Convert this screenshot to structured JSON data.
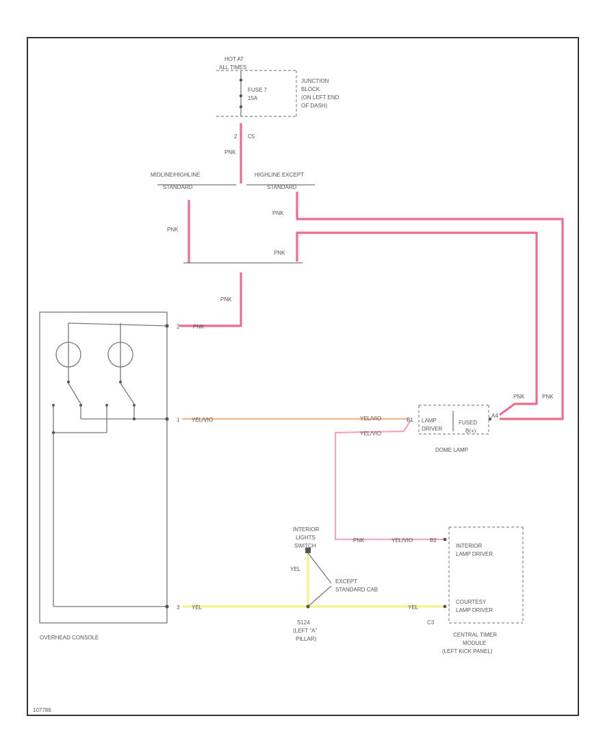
{
  "labels": {
    "hot_at": "HOT AT",
    "all_times": "ALL TIMES",
    "fuse": "FUSE 7",
    "fuse_amp": "15A",
    "junction_block": "JUNCTION",
    "junction_block_2": "BLOCK",
    "junction_block_3": "(ON LEFT END",
    "junction_block_4": "OF DASH)",
    "conn_pin_c5": "2",
    "conn_c5": "C5",
    "wire_pnk": "PNK",
    "wire_yel_vio": "YEL/VIO",
    "wire_yel": "YEL",
    "option_left": "MIDLINE/HIGHLINE",
    "option_left_2": "STANDARD",
    "option_right": "HIGHLINE EXCEPT",
    "option_right_2": "STANDARD",
    "overhead_console": "OVERHEAD CONSOLE",
    "pin_1": "1",
    "pin_2": "2",
    "pin_3": "3",
    "pin_b1": "B1",
    "pin_a4": "A4",
    "pin_b2": "B2",
    "pin_c3": "C3",
    "lamp_driver": "LAMP",
    "lamp_driver_2": "DRIVER",
    "fused_b": "FUSED",
    "fused_b_2": "B(+)",
    "dome_lamp": "DOME LAMP",
    "interior_lights_switch": "INTERIOR",
    "interior_lights_switch_2": "LIGHTS",
    "interior_lights_switch_3": "SWITCH",
    "except_standard_cab": "EXCEPT",
    "except_standard_cab_2": "STANDARD CAB",
    "splice": "S124",
    "splice_loc": "(LEFT \"A\"",
    "splice_loc_2": "PILLAR)",
    "interior_lamp_driver": "INTERIOR",
    "interior_lamp_driver_2": "LAMP DRIVER",
    "courtesy_lamp_driver": "COURTESY",
    "courtesy_lamp_driver_2": "LAMP DRIVER",
    "ctm": "CENTRAL TIMER",
    "ctm_2": "MODULE",
    "ctm_3": "(LEFT KICK PANEL)",
    "figure_id": "107786"
  },
  "colors": {
    "pink_wire": "#f06b8a",
    "yel_vio_wire": "#f6b98e",
    "yellow_wire": "#f2f28a",
    "line": "#555555"
  }
}
